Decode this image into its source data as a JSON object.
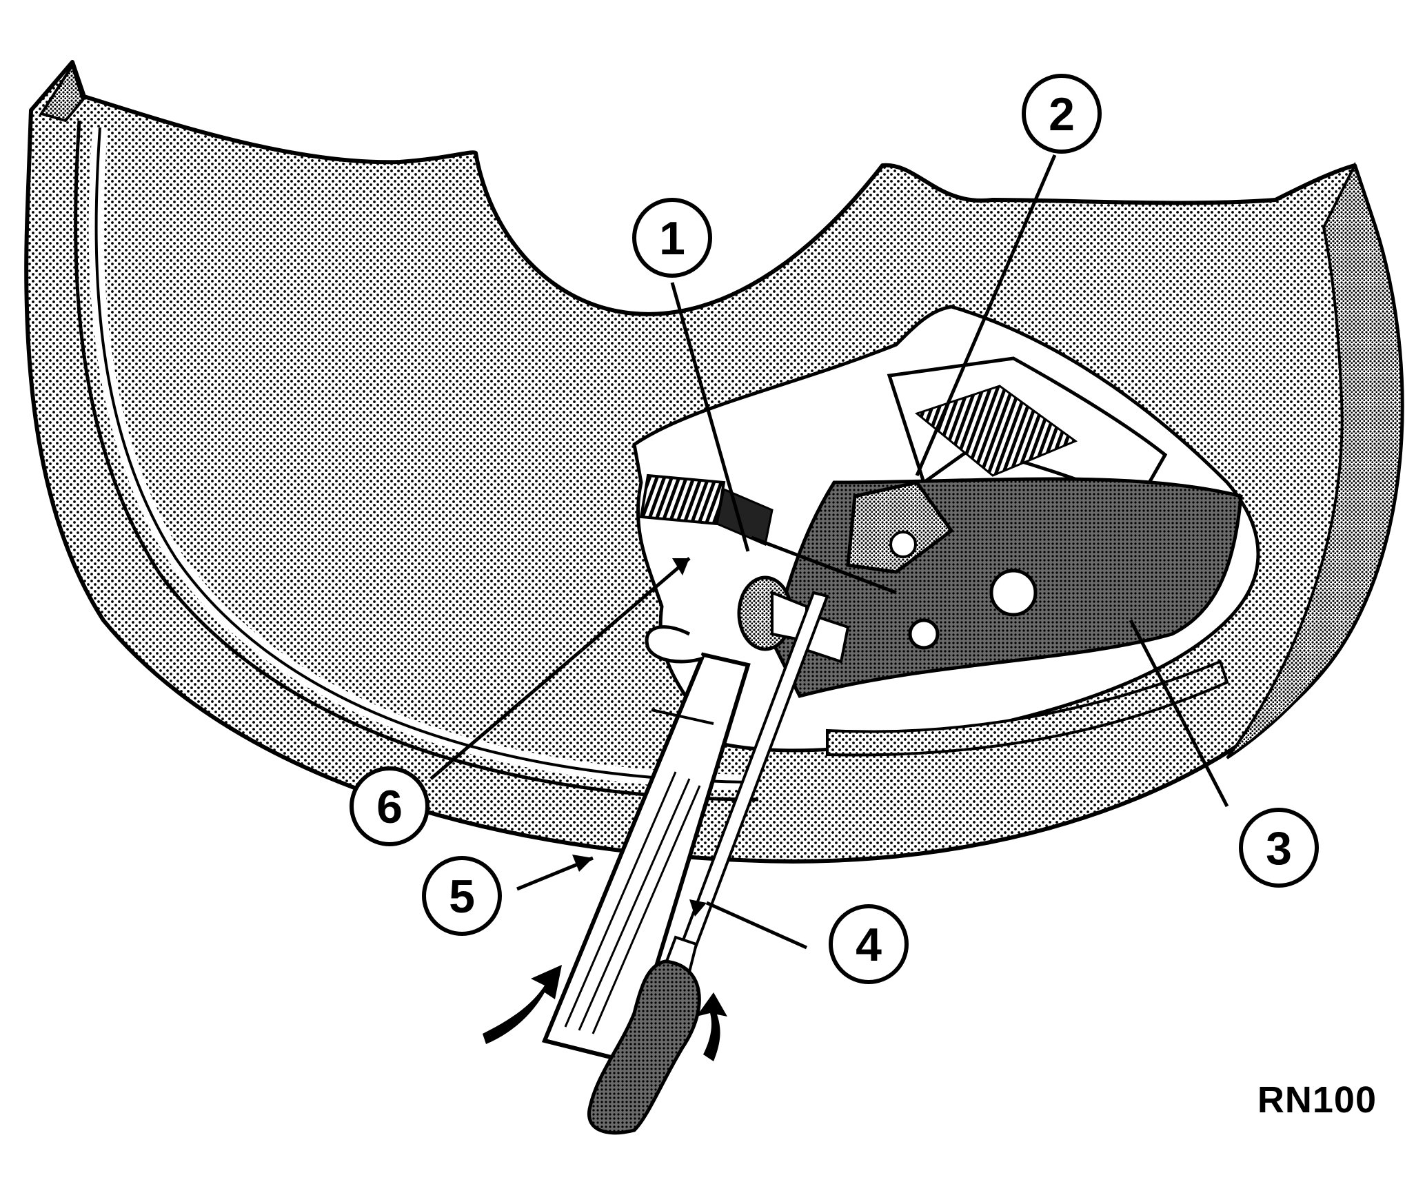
{
  "diagram": {
    "figure_code": "RN100",
    "callouts": [
      "1",
      "2",
      "3",
      "4",
      "5",
      "6"
    ]
  }
}
